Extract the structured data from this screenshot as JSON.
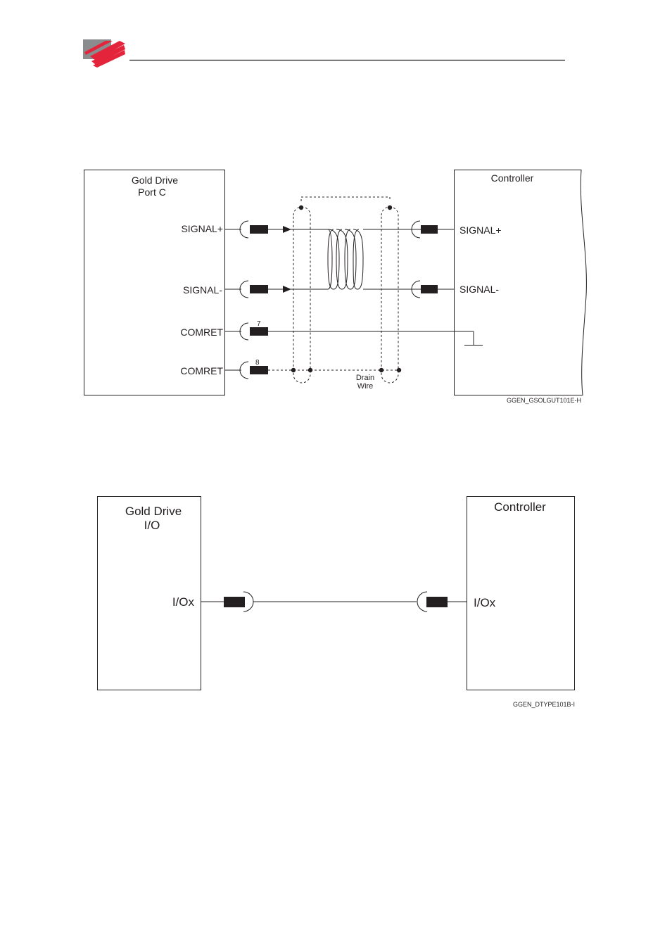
{
  "diagram1": {
    "drive_title_line1": "Gold Drive",
    "drive_title_line2": "Port C",
    "controller_title": "Controller",
    "drive_pins": {
      "signal_plus": "SIGNAL+",
      "signal_minus": "SIGNAL-",
      "comret_1": "COMRET",
      "comret_2": "COMRET"
    },
    "pin_numbers": {
      "comret_1": "7",
      "comret_2": "8"
    },
    "controller_pins": {
      "signal_plus": "SIGNAL+",
      "signal_minus": "SIGNAL-"
    },
    "drain_label_line1": "Drain",
    "drain_label_line2": "Wire",
    "figure_code": "GGEN_GSOLGUT101E-H"
  },
  "diagram2": {
    "drive_title_line1": "Gold Drive",
    "drive_title_line2": "I/O",
    "controller_title": "Controller",
    "drive_pin": "I/Ox",
    "controller_pin": "I/Ox",
    "figure_code": "GGEN_DTYPE101B-I"
  },
  "colors": {
    "logo_red": "#e3243b",
    "logo_gray": "#8a8c8e",
    "line": "#231f20"
  }
}
